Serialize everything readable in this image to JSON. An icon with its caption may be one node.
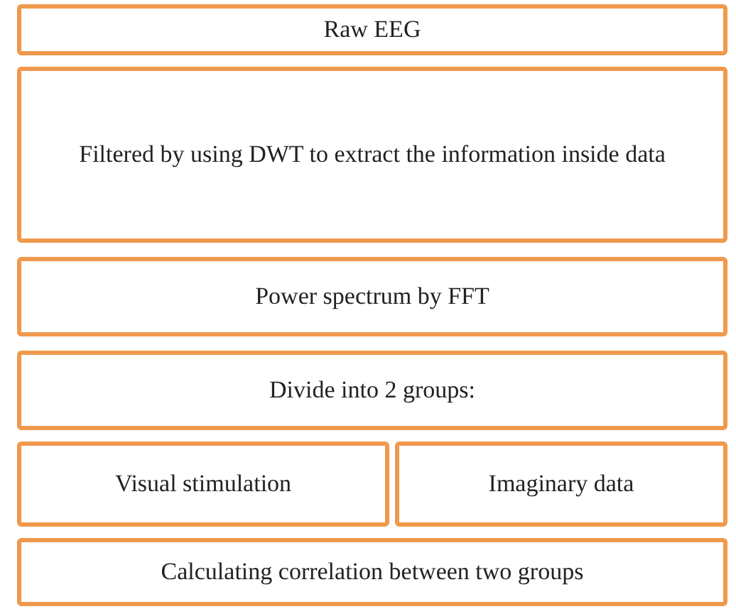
{
  "diagram": {
    "nodes": [
      {
        "text": [
          "Raw EEG"
        ]
      },
      {
        "text": [
          "Filtered by using DWT to extract the information inside data"
        ]
      },
      {
        "text": [
          "Power spectrum by FFT"
        ]
      },
      {
        "text": [
          "Divide into 2 groups:"
        ]
      },
      {
        "text": [
          "Visual stimulation"
        ]
      },
      {
        "text": [
          "Imaginary data"
        ]
      },
      {
        "text": [
          "Calculating correlation between two groups"
        ]
      }
    ]
  }
}
